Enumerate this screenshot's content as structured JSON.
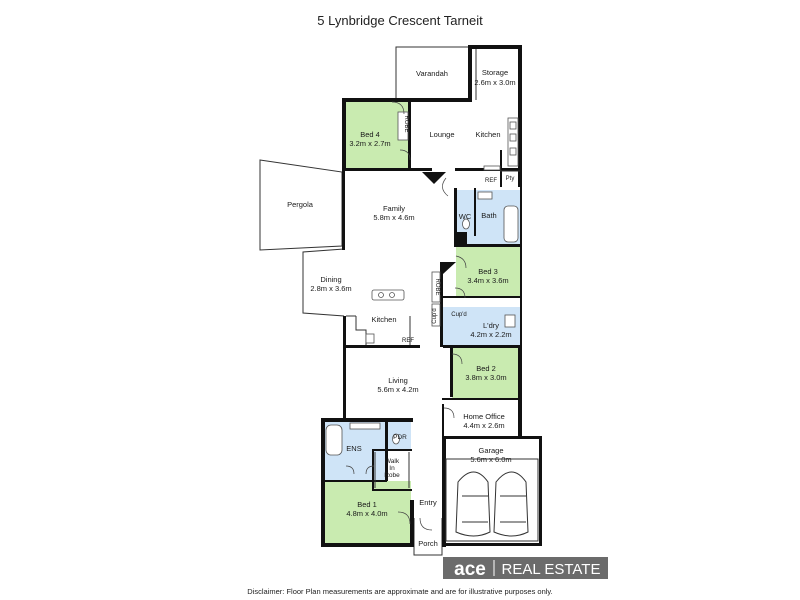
{
  "title": "5 Lynbridge Crescent Tarneit",
  "disclaimer": "Disclaimer: Floor Plan measurements are approximate and are for illustrative purposes only.",
  "logo": {
    "mark": "ace",
    "text": "REAL ESTATE",
    "color": "#6b6b6b"
  },
  "colors": {
    "bedroom": "#c9ebb0",
    "wet_area": "#cfe4f7",
    "walls": "#111111"
  },
  "rooms": {
    "verandah": {
      "name": "Varandah"
    },
    "storage": {
      "name": "Storage",
      "dims": "2.6m x 3.0m"
    },
    "bed4": {
      "name": "Bed 4",
      "dims": "3.2m x 2.7m"
    },
    "robe4": {
      "name": "ROBE"
    },
    "lounge": {
      "name": "Lounge"
    },
    "kitchen_top": {
      "name": "Kitchen"
    },
    "ref_top": {
      "name": "REF"
    },
    "pty": {
      "name": "Pty"
    },
    "pergola": {
      "name": "Pergola"
    },
    "family": {
      "name": "Family",
      "dims": "5.8m x 4.6m"
    },
    "wc": {
      "name": "WC"
    },
    "bath": {
      "name": "Bath"
    },
    "bed3": {
      "name": "Bed 3",
      "dims": "3.4m x 3.6m"
    },
    "robe3": {
      "name": "ROBE"
    },
    "dining": {
      "name": "Dining",
      "dims": "2.8m x 3.6m"
    },
    "cupd1": {
      "name": "Cup'd"
    },
    "cupd2": {
      "name": "Cup'd"
    },
    "laundry": {
      "name": "L'dry",
      "dims": "4.2m x 2.2m"
    },
    "kitchen_mid": {
      "name": "Kitchen"
    },
    "ref_mid": {
      "name": "REF"
    },
    "bed2": {
      "name": "Bed 2",
      "dims": "3.8m x 3.0m"
    },
    "living": {
      "name": "Living",
      "dims": "5.6m x 4.2m"
    },
    "home_office": {
      "name": "Home Office",
      "dims": "4.4m x 2.6m"
    },
    "ens": {
      "name": "ENS"
    },
    "pdr": {
      "name": "PDR"
    },
    "walk_in_robe": {
      "line1": "Walk",
      "line2": "In",
      "line3": "Robe"
    },
    "garage": {
      "name": "Garage",
      "dims": "5.6m x 6.0m"
    },
    "bed1": {
      "name": "Bed 1",
      "dims": "4.8m x 4.0m"
    },
    "entry": {
      "name": "Entry"
    },
    "porch": {
      "name": "Porch"
    }
  }
}
